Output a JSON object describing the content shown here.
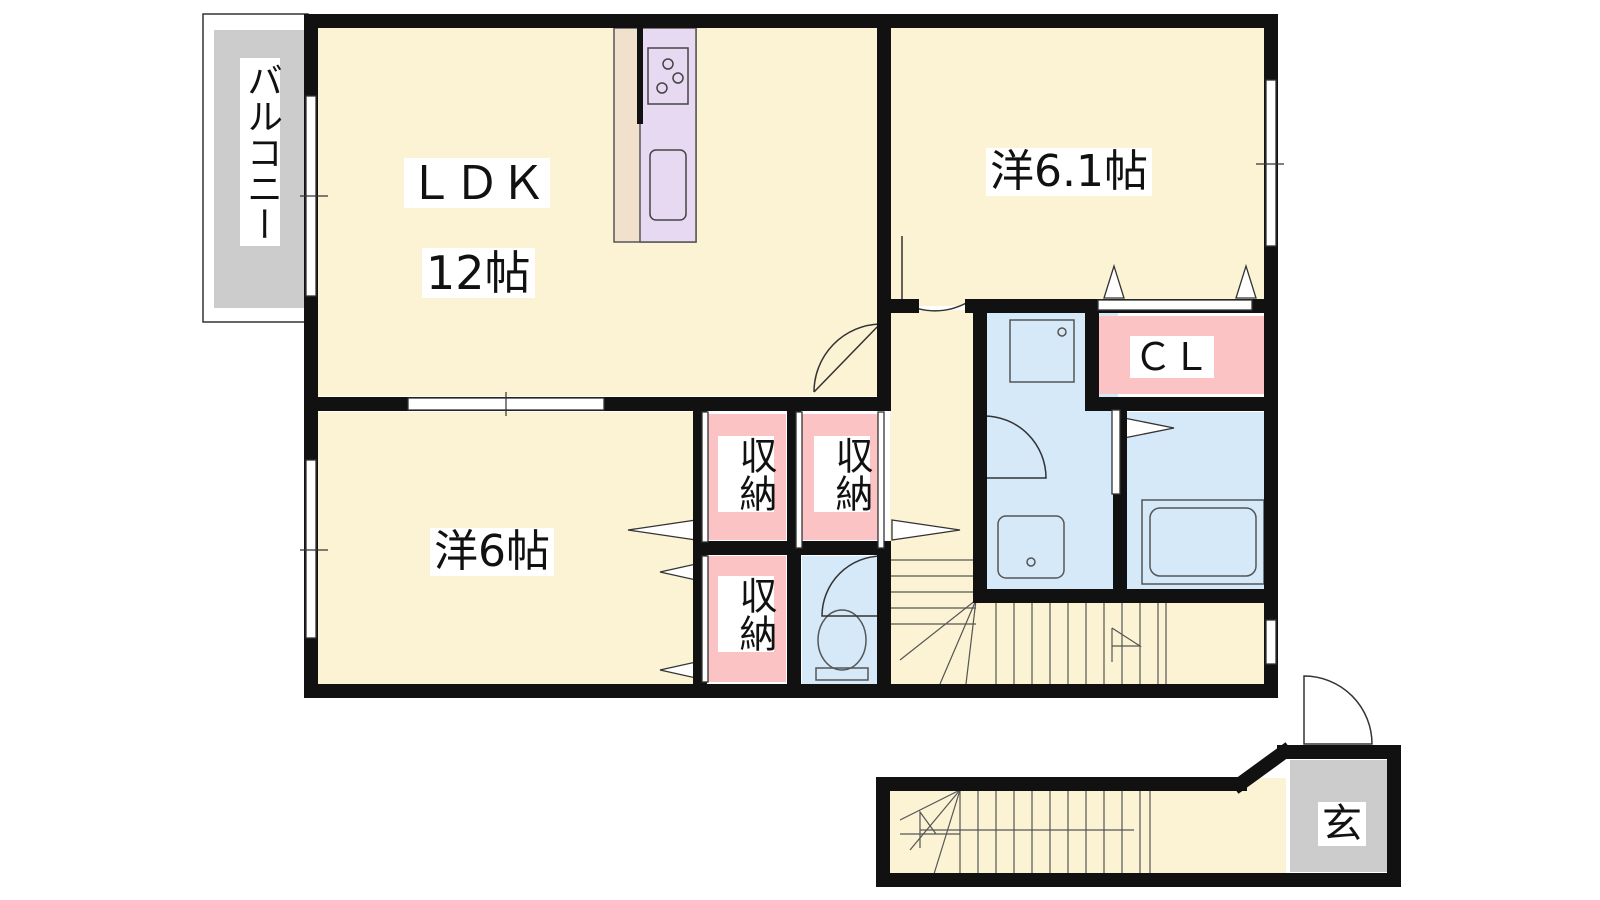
{
  "rooms": {
    "ldk_name": "ＬＤＫ",
    "ldk_size": "12帖",
    "bedroom_a": "洋6.1帖",
    "bedroom_b": "洋6帖",
    "closet": "ＣＬ",
    "storage": "収納",
    "balcony": "バルコニー",
    "entrance": "玄"
  },
  "colors": {
    "room": "#fbf3d4",
    "wet_area": "#d5e9f8",
    "storage": "#fbc3c3",
    "kitchen": "#f1e0cc",
    "kitchen_counter": "#e8d9f2",
    "balcony": "#cccccc",
    "entrance": "#cccccc",
    "wall": "#111111"
  }
}
